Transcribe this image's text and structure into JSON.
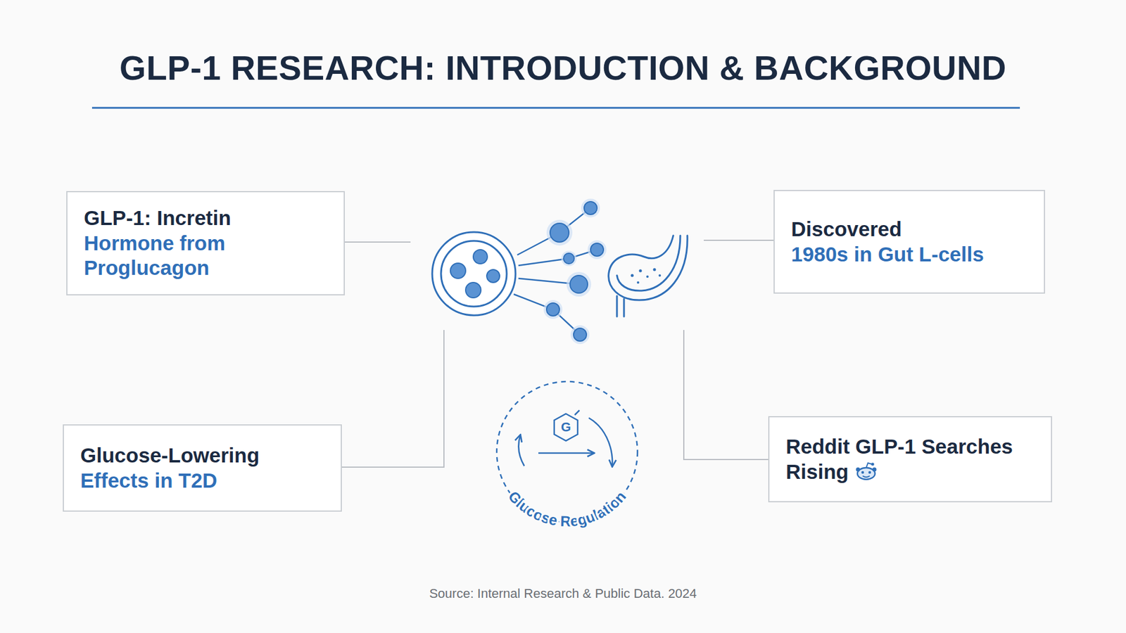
{
  "diagram": {
    "title": "GLP-1 RESEARCH: INTRODUCTION & BACKGROUND",
    "caption": "Source: Internal Research & Public Data. 2024",
    "nodes": [
      {
        "text": [
          "GLP-1: Incretin",
          "Hormone from Proglucagon"
        ]
      },
      {
        "text": [
          "Discovered",
          "1980s in Gut L-cells"
        ]
      },
      {
        "text": [
          "Glucose-Lowering",
          "Effects in T2D"
        ]
      },
      {
        "text": [
          "Glucose Regulation"
        ]
      },
      {
        "text": [
          "Reddit GLP-1 Searches Rising"
        ]
      }
    ],
    "labels": [
      "G"
    ]
  }
}
